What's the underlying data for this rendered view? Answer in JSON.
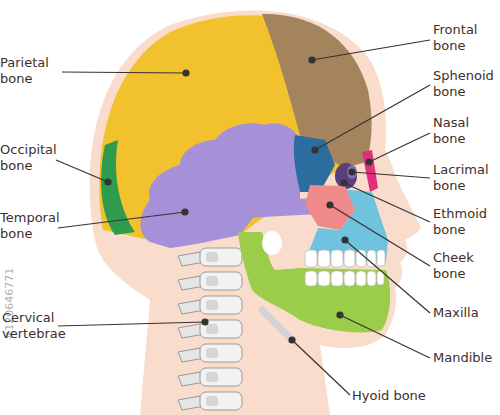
{
  "diagram": {
    "labels": [
      "Frontal bone",
      "Parietal bone",
      "Sphenoid bone",
      "Nasal bone",
      "Occipital bone",
      "Lacrimal bone",
      "Ethmoid bone",
      "Temporal bone",
      "Cheek bone",
      "Maxilla",
      "Cervical vertebrae",
      "Mandible",
      "Hyoid bone",
      "#120646771"
    ]
  }
}
